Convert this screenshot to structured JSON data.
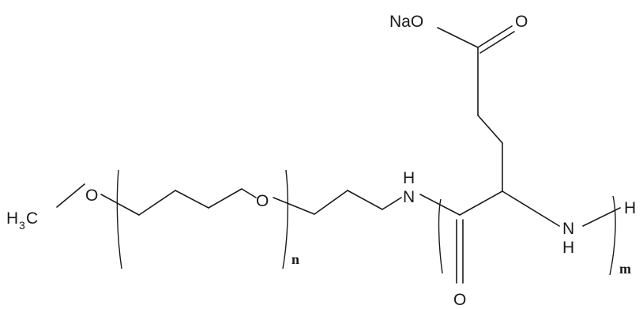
{
  "molecule": {
    "methyl_group": {
      "h": "H",
      "sub": "3",
      "c": "C"
    },
    "ether_oxygen_1": "O",
    "ether_oxygen_2": "O",
    "amide_nitrogen_h": "H",
    "amide_nitrogen": "N",
    "carbonyl_oxygen": "O",
    "sodium_carboxylate": "NaO",
    "carboxyl_oxygen": "O",
    "terminal_nitrogen": "N",
    "terminal_nitrogen_h": "H",
    "end_hydrogen": "H",
    "repeat_n": "n",
    "repeat_m": "m"
  }
}
